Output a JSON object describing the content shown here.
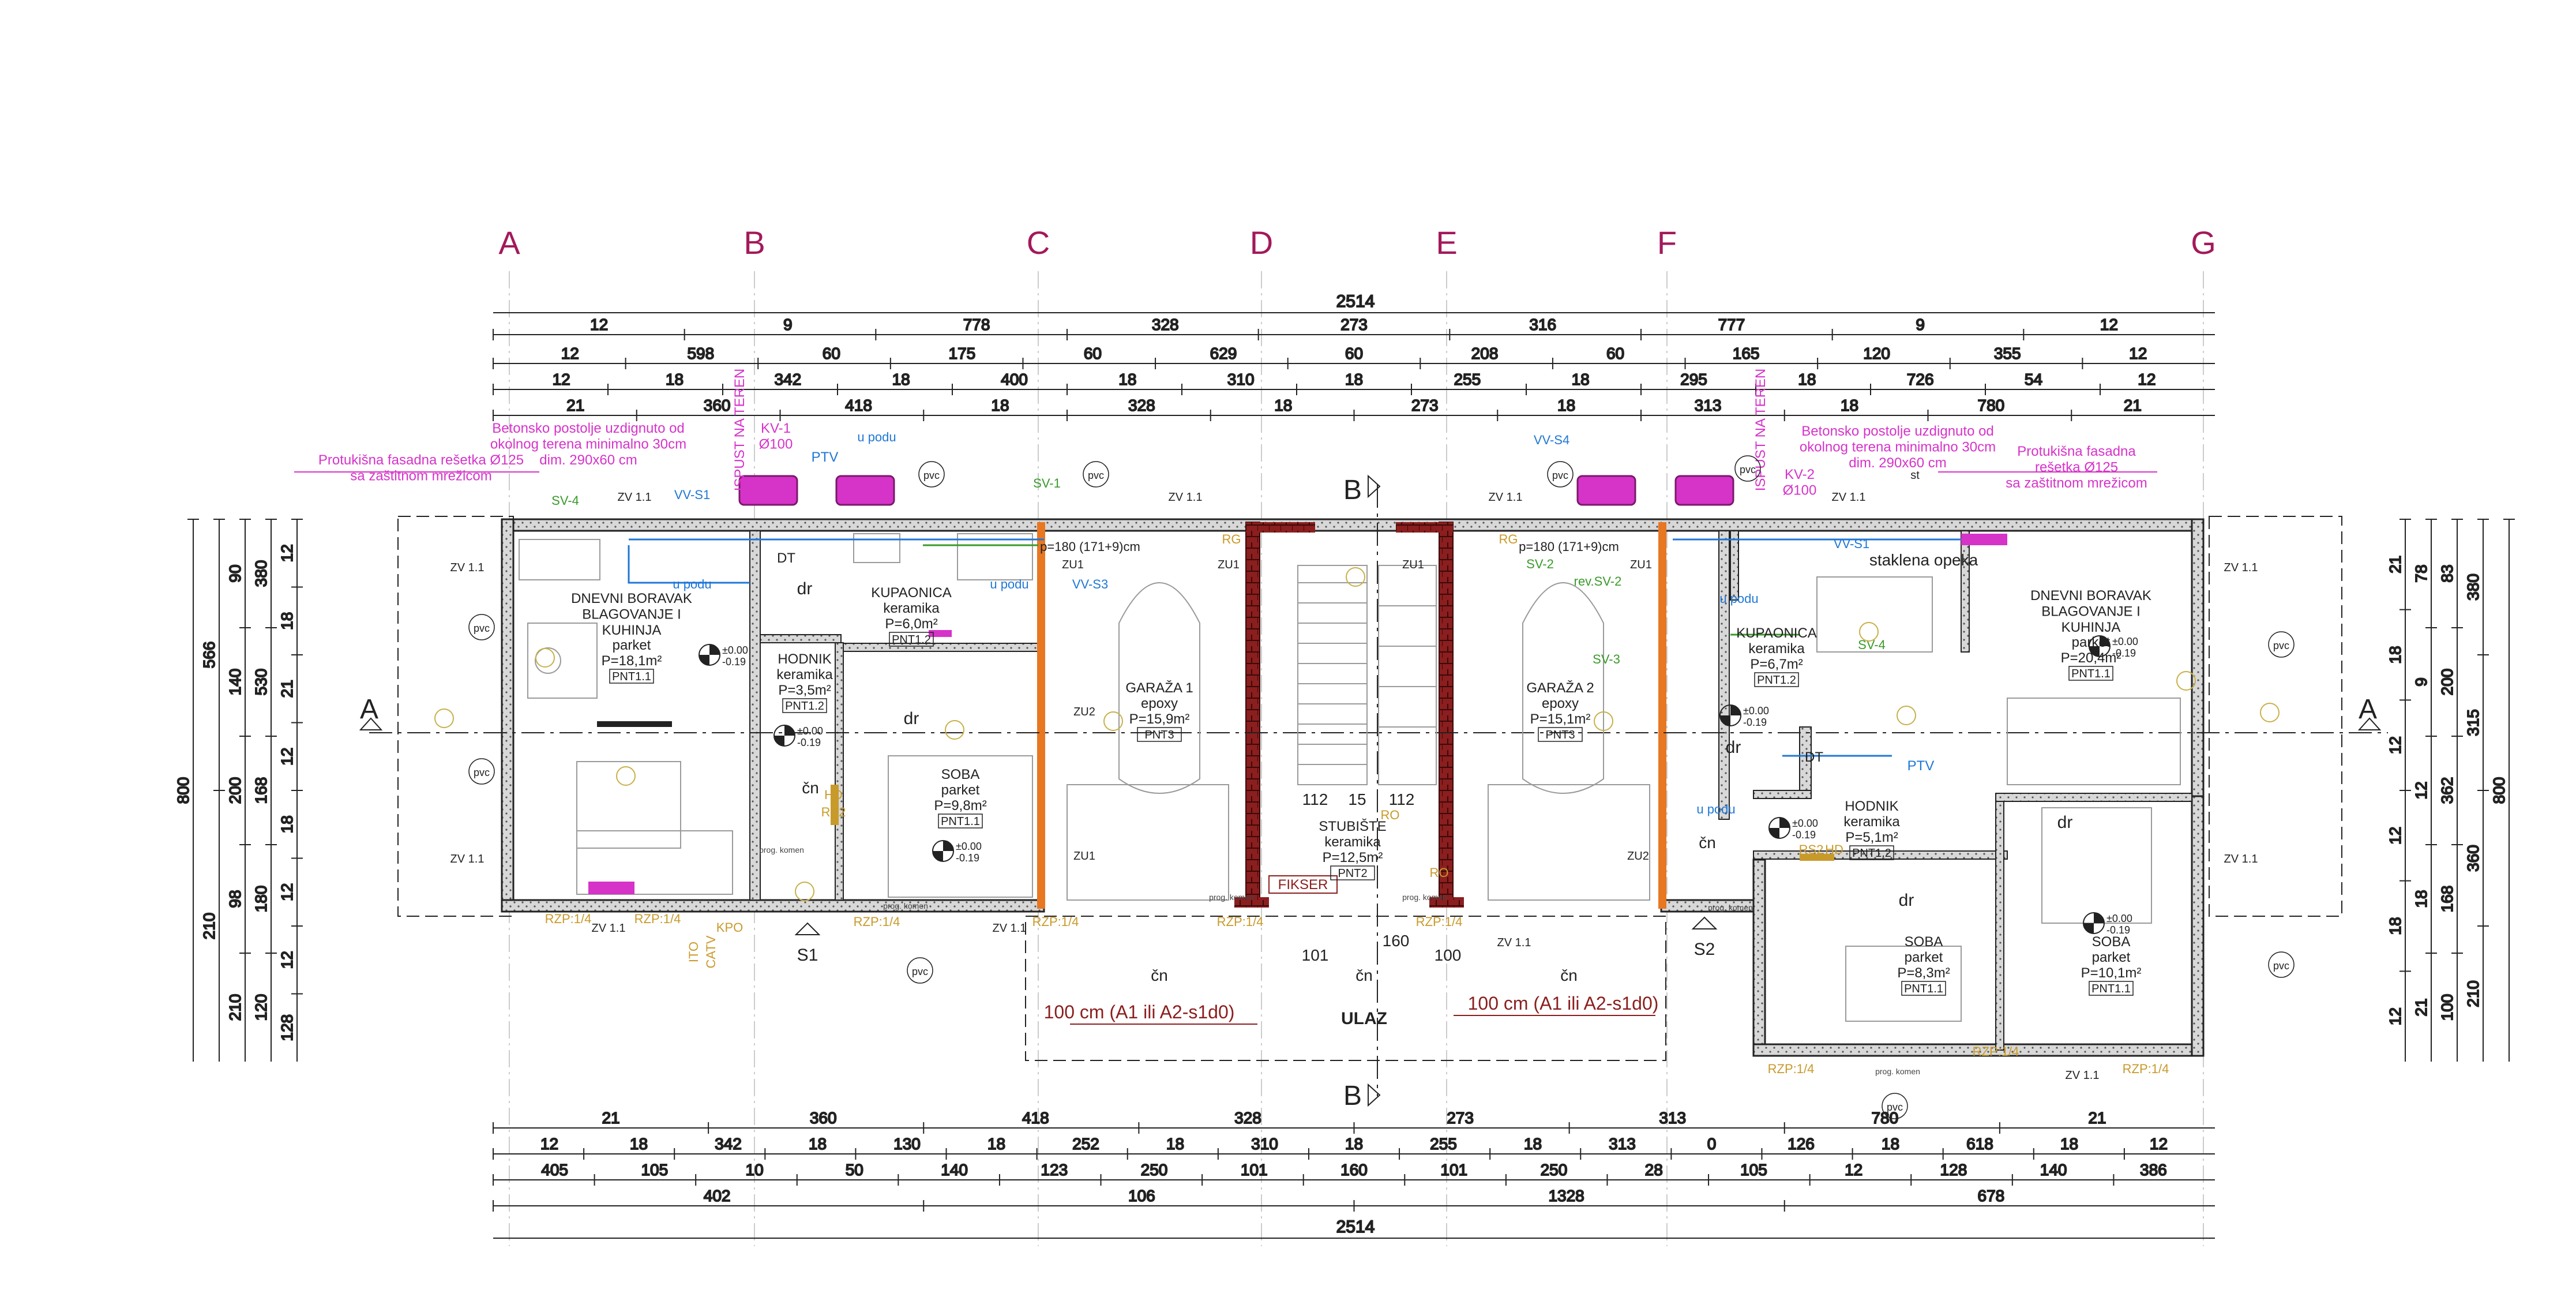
{
  "grid_axes": [
    "A",
    "B",
    "C",
    "D",
    "E",
    "F",
    "G"
  ],
  "section_marks": {
    "vertical": "B",
    "horizontal": "A"
  },
  "dims_top": {
    "total": "2514",
    "row1": [
      "12",
      "9",
      "778",
      "328",
      "273",
      "316",
      "777",
      "9",
      "12"
    ],
    "row2": [
      "12",
      "598",
      "60",
      "175",
      "60",
      "629",
      "60",
      "208",
      "60",
      "165",
      "120",
      "355",
      "12"
    ],
    "row3": [
      "12",
      "18",
      "342",
      "18",
      "400",
      "18",
      "310",
      "18",
      "255",
      "18",
      "295",
      "18",
      "726",
      "54",
      "12"
    ],
    "row4": [
      "21",
      "360",
      "418",
      "18",
      "328",
      "18",
      "273",
      "18",
      "313",
      "18",
      "780",
      "21"
    ]
  },
  "dims_bottom": {
    "row1": [
      "21",
      "360",
      "418",
      "328",
      "273",
      "313",
      "780",
      "21"
    ],
    "row2": [
      "12",
      "18",
      "342",
      "18",
      "130",
      "18",
      "252",
      "18",
      "310",
      "18",
      "255",
      "18",
      "313",
      "0",
      "126",
      "18",
      "618",
      "18",
      "12"
    ],
    "row3": [
      "405",
      "105",
      "10",
      "50",
      "140",
      "123",
      "250",
      "101",
      "160",
      "101",
      "250",
      "28",
      "105",
      "12",
      "128",
      "140",
      "386"
    ],
    "row4": [
      "402",
      "106",
      "1328",
      "678"
    ],
    "total": "2514"
  },
  "dims_left": {
    "outer": "800",
    "mid": [
      "566",
      "210"
    ],
    "inner": [
      "90",
      "140",
      "200",
      "98",
      "210",
      "380",
      "530",
      "168",
      "180",
      "120"
    ],
    "small": [
      "12",
      "18",
      "21",
      "12",
      "18",
      "12",
      "12",
      "128"
    ]
  },
  "dims_right": {
    "outer": "800",
    "mid": [
      "380",
      "315",
      "360",
      "210"
    ],
    "inner": [
      "83",
      "200",
      "362",
      "168",
      "100",
      "78",
      "9",
      "12",
      "18",
      "21"
    ],
    "small": [
      "21",
      "18",
      "12",
      "12",
      "18",
      "12"
    ]
  },
  "rooms": [
    {
      "name": "DNEVNI BORAVAK\nBLAGOVANJE I\nKUHINJA",
      "finish": "parket",
      "area": "P=18,1m²",
      "code": "PNT1.1"
    },
    {
      "name": "HODNIK",
      "finish": "keramika",
      "area": "P=3,5m²",
      "code": "PNT1.2"
    },
    {
      "name": "KUPAONICA",
      "finish": "keramika",
      "area": "P=6,0m²",
      "code": "PNT1.2"
    },
    {
      "name": "SOBA",
      "finish": "parket",
      "area": "P=9,8m²",
      "code": "PNT1.1"
    },
    {
      "name": "GARAŽA 1",
      "finish": "epoxy",
      "area": "P=15,9m²",
      "code": "PNT3"
    },
    {
      "name": "STUBIŠTE",
      "finish": "keramika",
      "area": "P=12,5m²",
      "code": "PNT2"
    },
    {
      "name": "GARAŽA 2",
      "finish": "epoxy",
      "area": "P=15,1m²",
      "code": "PNT3"
    },
    {
      "name": "KUPAONICA",
      "finish": "keramika",
      "area": "P=6,7m²",
      "code": "PNT1.2"
    },
    {
      "name": "DNEVNI BORAVAK\nBLAGOVANJE I\nKUHINJA",
      "finish": "parket",
      "area": "P=20,4m²",
      "code": "PNT1.1"
    },
    {
      "name": "HODNIK",
      "finish": "keramika",
      "area": "P=5,1m²",
      "code": "PNT1.2"
    },
    {
      "name": "SOBA",
      "finish": "parket",
      "area": "P=8,3m²",
      "code": "PNT1.1"
    },
    {
      "name": "SOBA",
      "finish": "parket",
      "area": "P=10,1m²",
      "code": "PNT1.1"
    }
  ],
  "levels": {
    "top": "±0.00",
    "bottom": "-0.19"
  },
  "notes": {
    "grate": "Protukišna fasadna rešetka Ø125\nsa zaštitnom mrežicom",
    "grate_r": "Protukišna fasadna\nrešetka Ø125\nsa zaštitnom mrežicom",
    "pedestal": "Betonsko postolje uzdignuto od\nokolnog terena minimalno 30cm\ndim. 290x60 cm",
    "kv1": "KV-1\nØ100",
    "kv2": "KV-2\nØ100",
    "ispust": "ISPUST NA TEREN",
    "glass_block": "staklena opeka",
    "parking": "p=180 (171+9)cm",
    "fire_left": "100 cm (A1 ili A2-s1d0)",
    "fire_right": "100 cm (A1 ili A2-s1d0)",
    "fikser": "FIKSER",
    "entrance": "ULAZ",
    "stair_dims": [
      "112",
      "15",
      "112"
    ],
    "door_dims": [
      "101",
      "160",
      "100"
    ]
  },
  "tags": {
    "pvc": "pvc",
    "dr": "dr",
    "cn": "čn",
    "dt": "DT",
    "ptv": "PTV",
    "u_podu": "u podu",
    "rzp": "RZP:1/4",
    "zv": "ZV 1.1",
    "zu1": "ZU1",
    "zu2": "ZU2",
    "rg": "RG",
    "ro": "RO",
    "rs2": "RS2",
    "hd": "HD",
    "sv1": "SV-1",
    "sv2": "SV-2",
    "sv3": "SV-3",
    "sv4": "SV-4",
    "rev_sv2": "rev.SV-2",
    "vv_s1": "VV-S1",
    "vv_s3": "VV-S3",
    "vv_s4": "VV-S4",
    "kpo": "KPO",
    "ito": "ITO",
    "catv": "CATV",
    "st": "st",
    "s1": "S1",
    "s2": "S2",
    "prog": "prog. komen"
  },
  "colors": {
    "axis": "#a3195b",
    "wall": "#222222",
    "hatch": "#8a8a8a",
    "fire": "#8b1e1e",
    "orange": "#e87722",
    "magenta": "#d633c9",
    "blue": "#1f77d6",
    "green": "#3a9a2a",
    "gold": "#c89a2a",
    "dim": "#222222"
  }
}
